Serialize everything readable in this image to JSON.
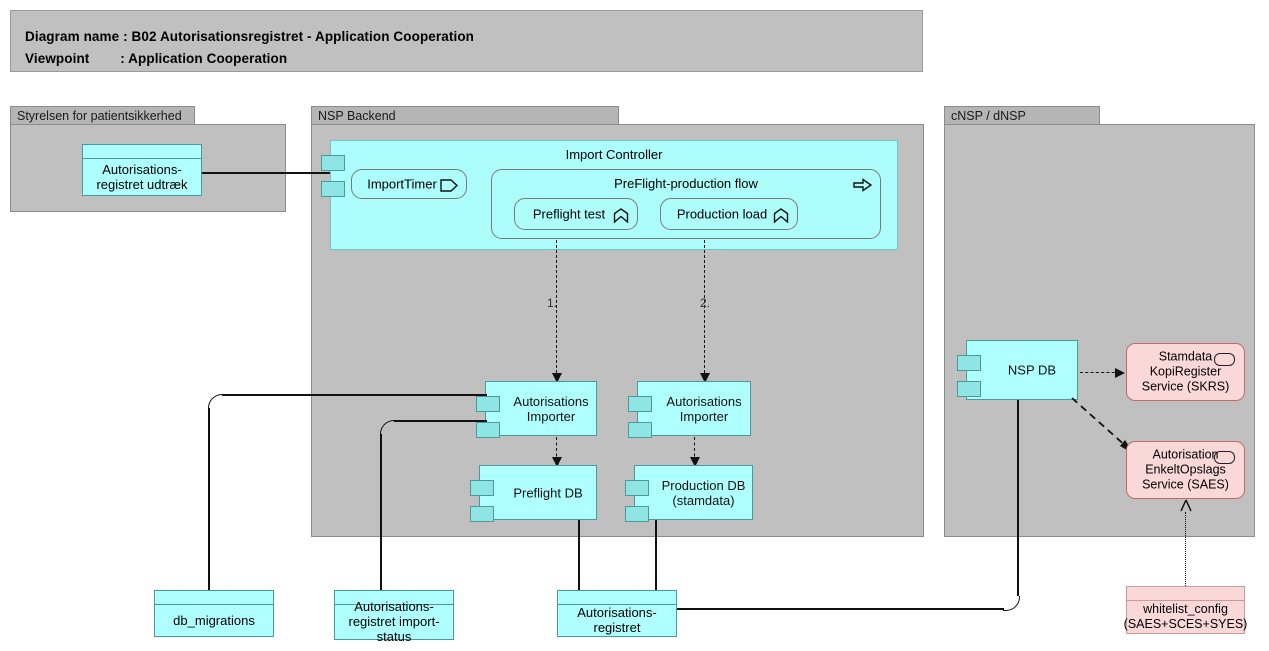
{
  "title": {
    "line1": "Diagram name : B02 Autorisationsregistret - Application Cooperation",
    "line2": "Viewpoint        : Application Cooperation"
  },
  "groups": [
    {
      "name": "styrelsen",
      "label": "Styrelsen for patientsikkerhed"
    },
    {
      "name": "nsp-backend",
      "label": "NSP Backend"
    },
    {
      "name": "cnsp-dnsp",
      "label": "cNSP / dNSP"
    }
  ],
  "import_controller": {
    "title": "Import Controller",
    "timer": {
      "label": "ImportTimer",
      "icon": "event-icon"
    },
    "flow": {
      "title": "PreFlight-production flow",
      "icon": "process-arrow-icon",
      "steps": [
        {
          "label": "Preflight test",
          "icon": "function-chevron-icon"
        },
        {
          "label": "Production load",
          "icon": "function-chevron-icon"
        }
      ]
    }
  },
  "components": [
    {
      "name": "autorisationsregistret-udtraek",
      "label": "Autorisations-\nregistret udtræk",
      "type": "data-object"
    },
    {
      "name": "autorisations-importer-preflight",
      "label": "Autorisations\nImporter",
      "type": "component"
    },
    {
      "name": "autorisations-importer-production",
      "label": "Autorisations\nImporter",
      "type": "component"
    },
    {
      "name": "preflight-db",
      "label": "Preflight DB",
      "type": "component"
    },
    {
      "name": "production-db",
      "label": "Production DB\n(stamdata)",
      "type": "component"
    },
    {
      "name": "nsp-db",
      "label": "NSP DB",
      "type": "component"
    }
  ],
  "services": [
    {
      "name": "skrs",
      "label": "Stamdata\nKopiRegister\nService (SKRS)",
      "icon": "service-icon"
    },
    {
      "name": "saes",
      "label": "Autorisation\nEnkeltOpslags\nService (SAES)",
      "icon": "service-icon"
    }
  ],
  "data_objects": [
    {
      "name": "db-migrations",
      "label": "db_migrations"
    },
    {
      "name": "autorisationsregistret-import-status",
      "label": "Autorisations-\nregistret import-\nstatus"
    },
    {
      "name": "autorisationsregistret",
      "label": "Autorisations-\nregistret"
    },
    {
      "name": "whitelist-config",
      "label": "whitelist_config\n(SAES+SCES+SYES)"
    }
  ],
  "flow_labels": [
    {
      "name": "flow-step-1",
      "text": "1."
    },
    {
      "name": "flow-step-2",
      "text": "2."
    }
  ],
  "colors": {
    "component_fill": "#b0ffff",
    "component_stroke": "#4a9a9a",
    "group_fill": "#c0c0c0",
    "group_tab": "#b5b5b5",
    "service_fill": "#fbd8d8",
    "service_stroke": "#c06a6a",
    "controller_fill": "#aefdfd",
    "line": "#111111"
  }
}
